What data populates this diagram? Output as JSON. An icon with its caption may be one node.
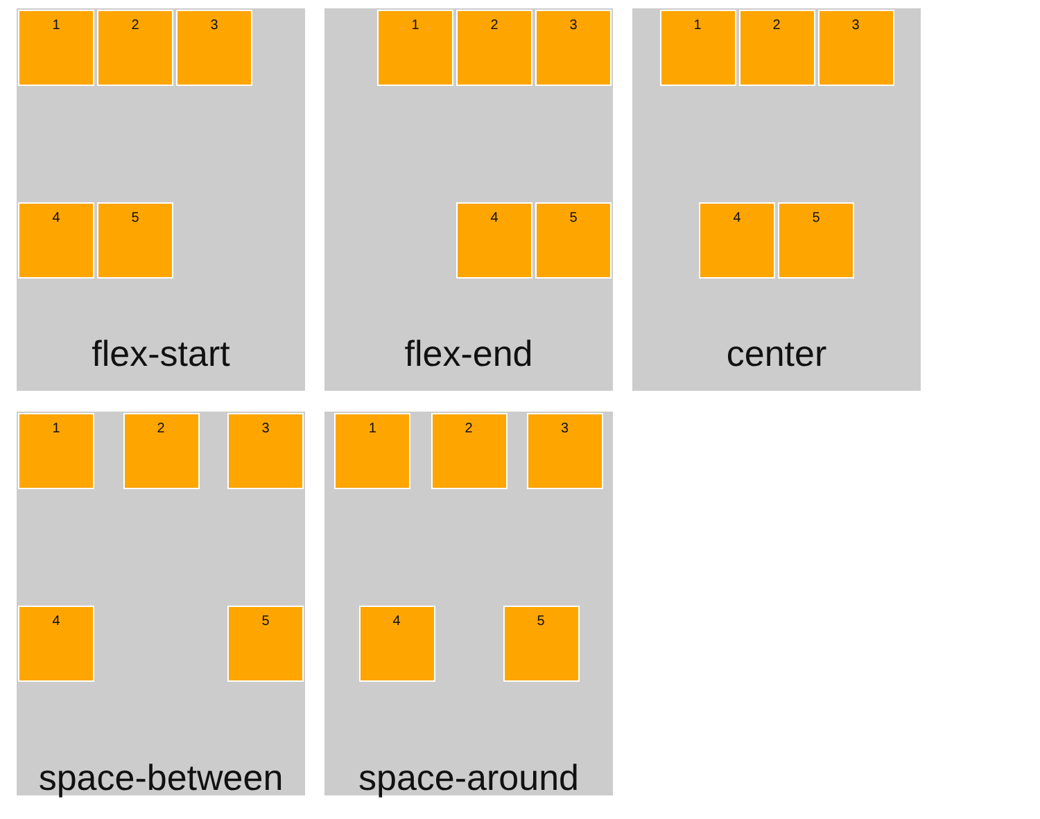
{
  "diagram": {
    "nodes": [
      {
        "text": [
          "flex-start"
        ]
      },
      {
        "text": [
          "1"
        ],
        "in": 0
      },
      {
        "text": [
          "2"
        ],
        "in": 0
      },
      {
        "text": [
          "3"
        ],
        "in": 0
      },
      {
        "text": [
          "4"
        ],
        "in": 0
      },
      {
        "text": [
          "5"
        ],
        "in": 0
      },
      {
        "text": [
          "flex-end"
        ]
      },
      {
        "text": [
          "1"
        ],
        "in": 6
      },
      {
        "text": [
          "2"
        ],
        "in": 6
      },
      {
        "text": [
          "3"
        ],
        "in": 6
      },
      {
        "text": [
          "4"
        ],
        "in": 6
      },
      {
        "text": [
          "5"
        ],
        "in": 6
      },
      {
        "text": [
          "center"
        ]
      },
      {
        "text": [
          "1"
        ],
        "in": 12
      },
      {
        "text": [
          "2"
        ],
        "in": 12
      },
      {
        "text": [
          "3"
        ],
        "in": 12
      },
      {
        "text": [
          "4"
        ],
        "in": 12
      },
      {
        "text": [
          "5"
        ],
        "in": 12
      },
      {
        "text": [
          "space-between"
        ]
      },
      {
        "text": [
          "1"
        ],
        "in": 18
      },
      {
        "text": [
          "2"
        ],
        "in": 18
      },
      {
        "text": [
          "3"
        ],
        "in": 18
      },
      {
        "text": [
          "4"
        ],
        "in": 18
      },
      {
        "text": [
          "5"
        ],
        "in": 18
      },
      {
        "text": [
          "space-around"
        ]
      },
      {
        "text": [
          "1"
        ],
        "in": 24
      },
      {
        "text": [
          "2"
        ],
        "in": 24
      },
      {
        "text": [
          "3"
        ],
        "in": 24
      },
      {
        "text": [
          "4"
        ],
        "in": 24
      },
      {
        "text": [
          "5"
        ],
        "in": 24
      }
    ]
  }
}
